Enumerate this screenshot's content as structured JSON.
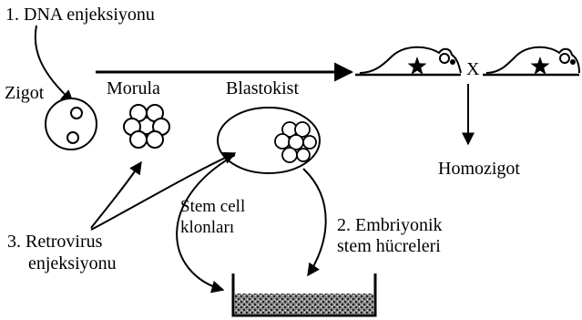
{
  "labels": {
    "dna_injection": "1. DNA enjeksiyonu",
    "zygote": "Zigot",
    "morula": "Morula",
    "blastocyst": "Blastokist",
    "cross": "X",
    "homozygote": "Homozigot",
    "stem_cell_clones_line1": "Stem cell",
    "stem_cell_clones_line2": "klonları",
    "retrovirus_line1": "3. Retrovirus",
    "retrovirus_line2": "enjeksiyonu",
    "embryonic_line1": "2. Embriyonik",
    "embryonic_line2": "stem hücreleri"
  },
  "colors": {
    "ink": "#000000",
    "paper": "#ffffff",
    "culture": "#555555"
  },
  "icons": {
    "mouse": "mouse-with-star-icon",
    "star": "star-icon"
  }
}
